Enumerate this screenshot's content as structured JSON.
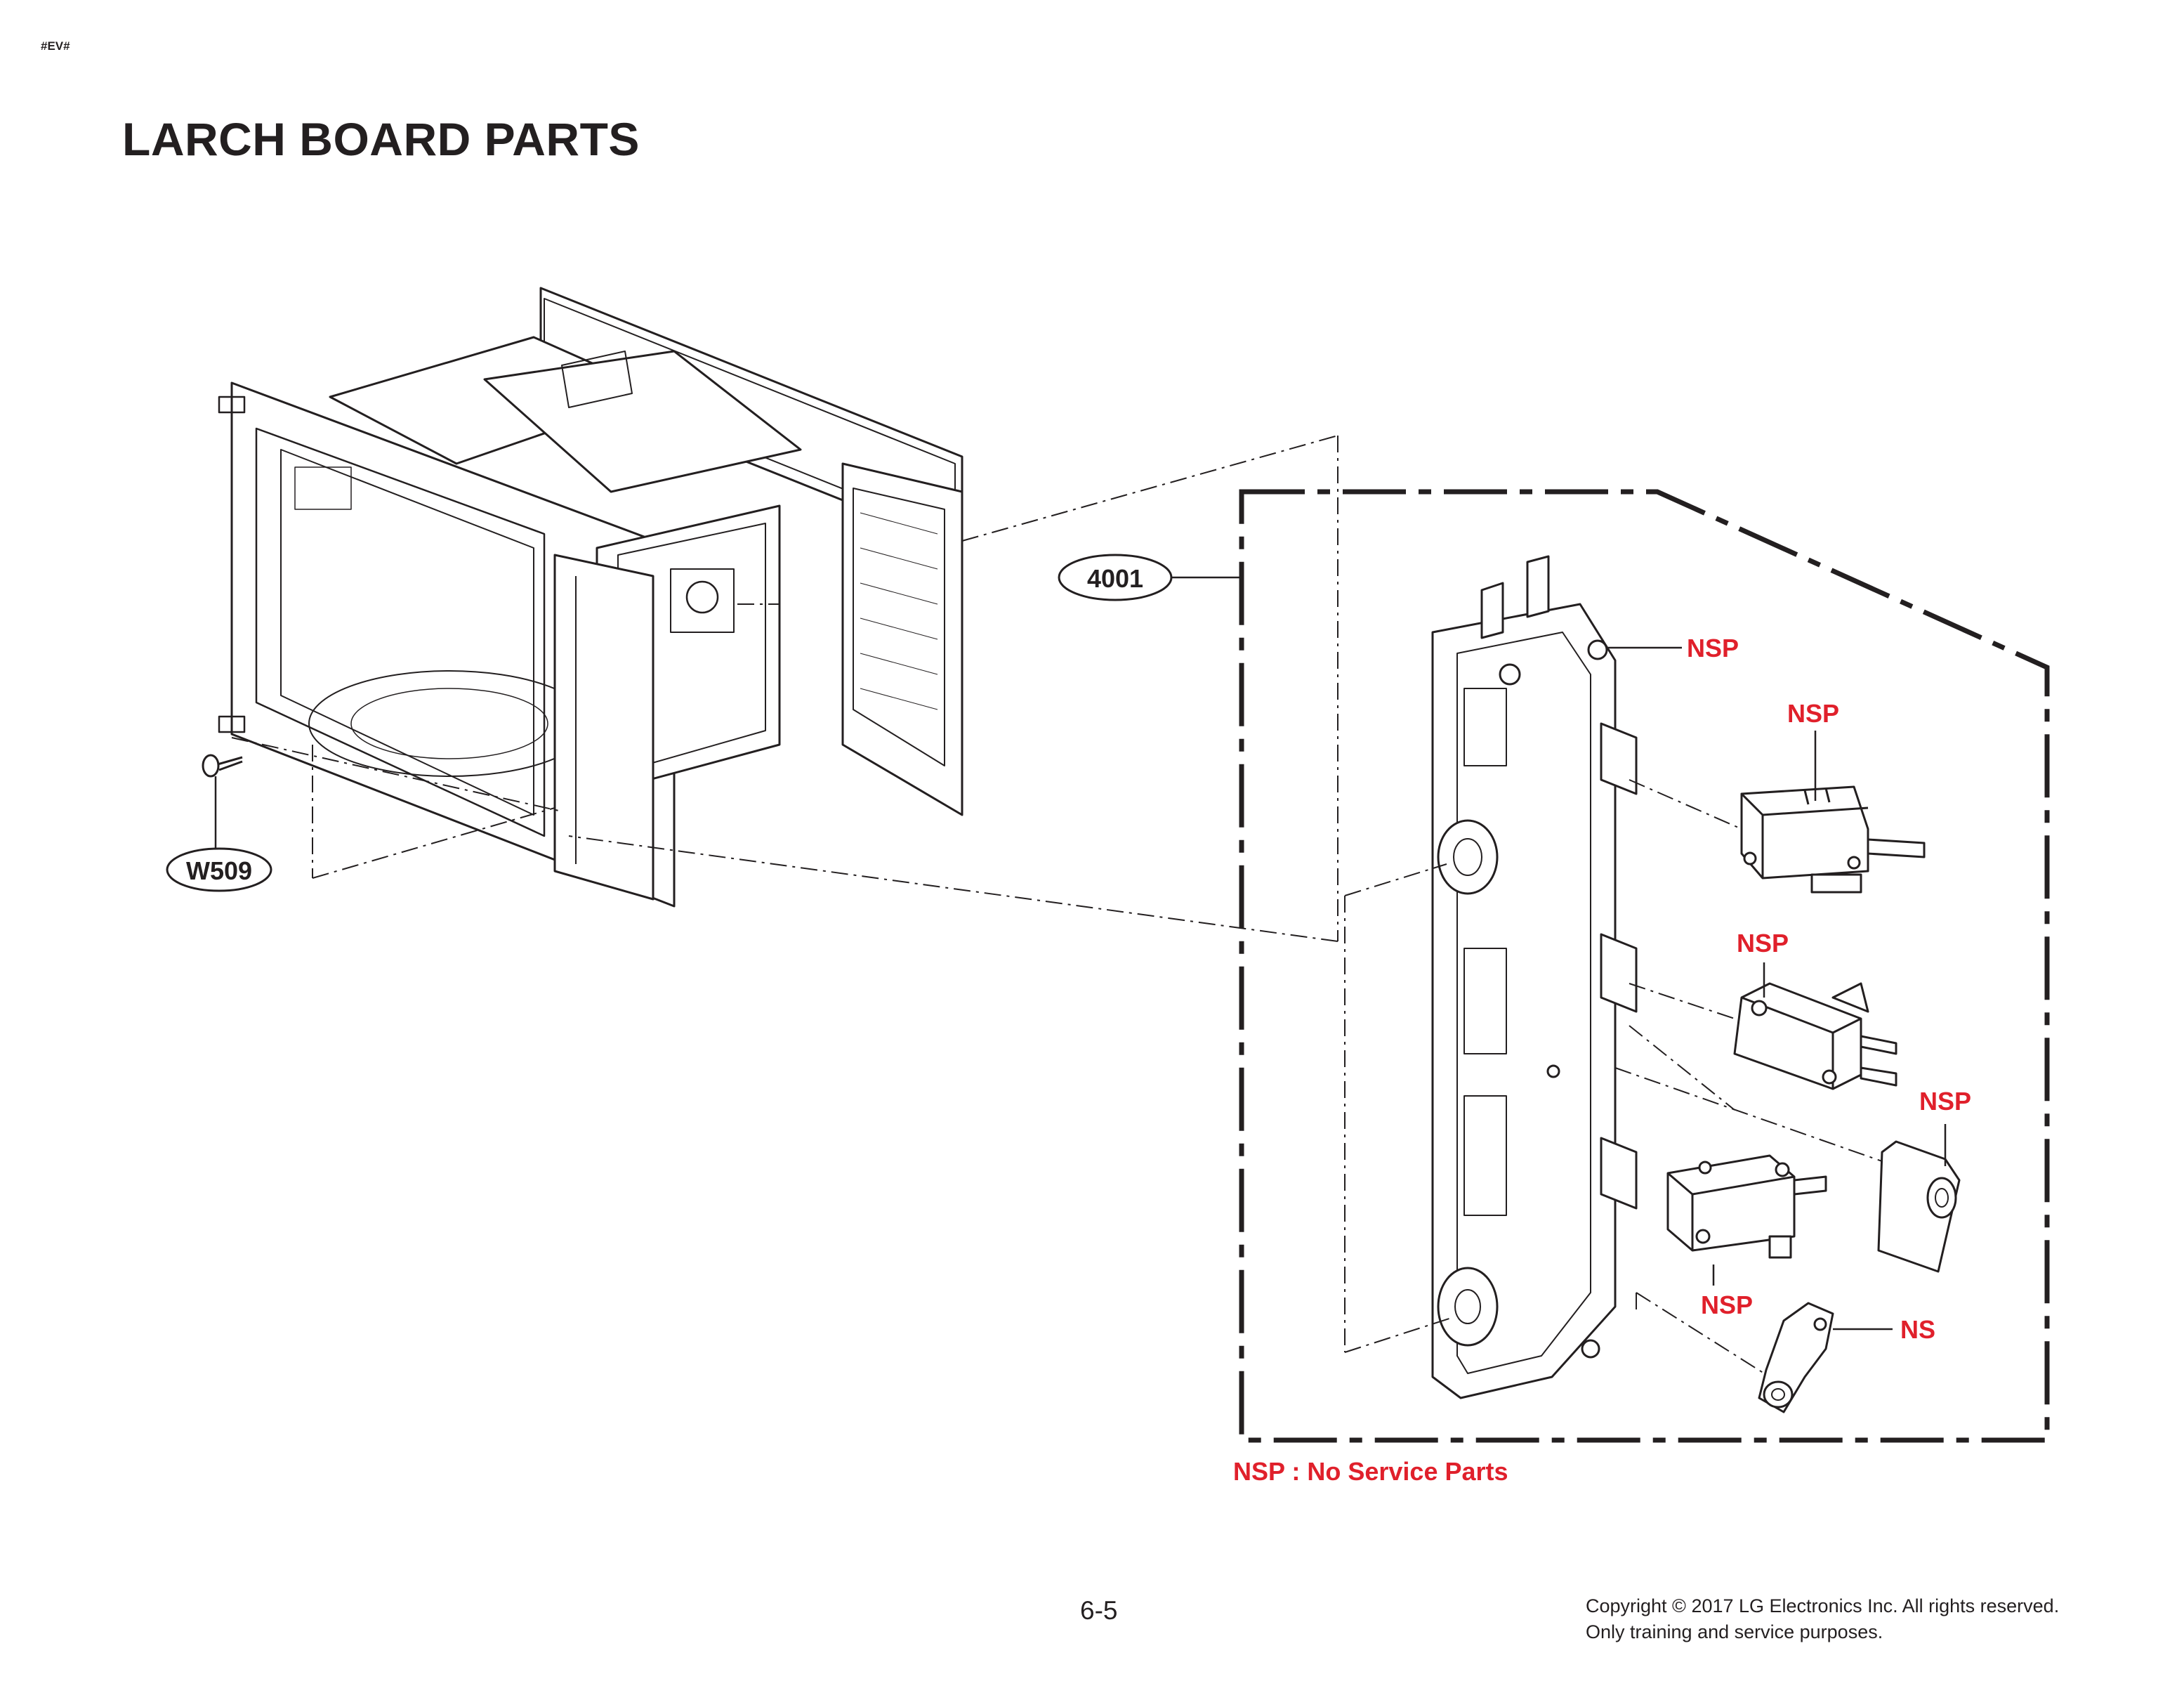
{
  "page": {
    "corner_tag": "#EV#",
    "title": "LARCH BOARD PARTS",
    "page_number": "6-5",
    "copyright_line1": "Copyright © 2017 LG Electronics Inc. All rights reserved.",
    "copyright_line2": "Only training and service purposes."
  },
  "legend": {
    "nsp_note": "NSP : No Service Parts"
  },
  "callouts": {
    "assembly": "4001",
    "screw": "W509"
  },
  "part_labels": [
    "NSP",
    "NSP",
    "NSP",
    "NSP",
    "NSP",
    "NS"
  ],
  "colors": {
    "ink": "#231f20",
    "label_red": "#e0202b",
    "background": "#ffffff"
  }
}
